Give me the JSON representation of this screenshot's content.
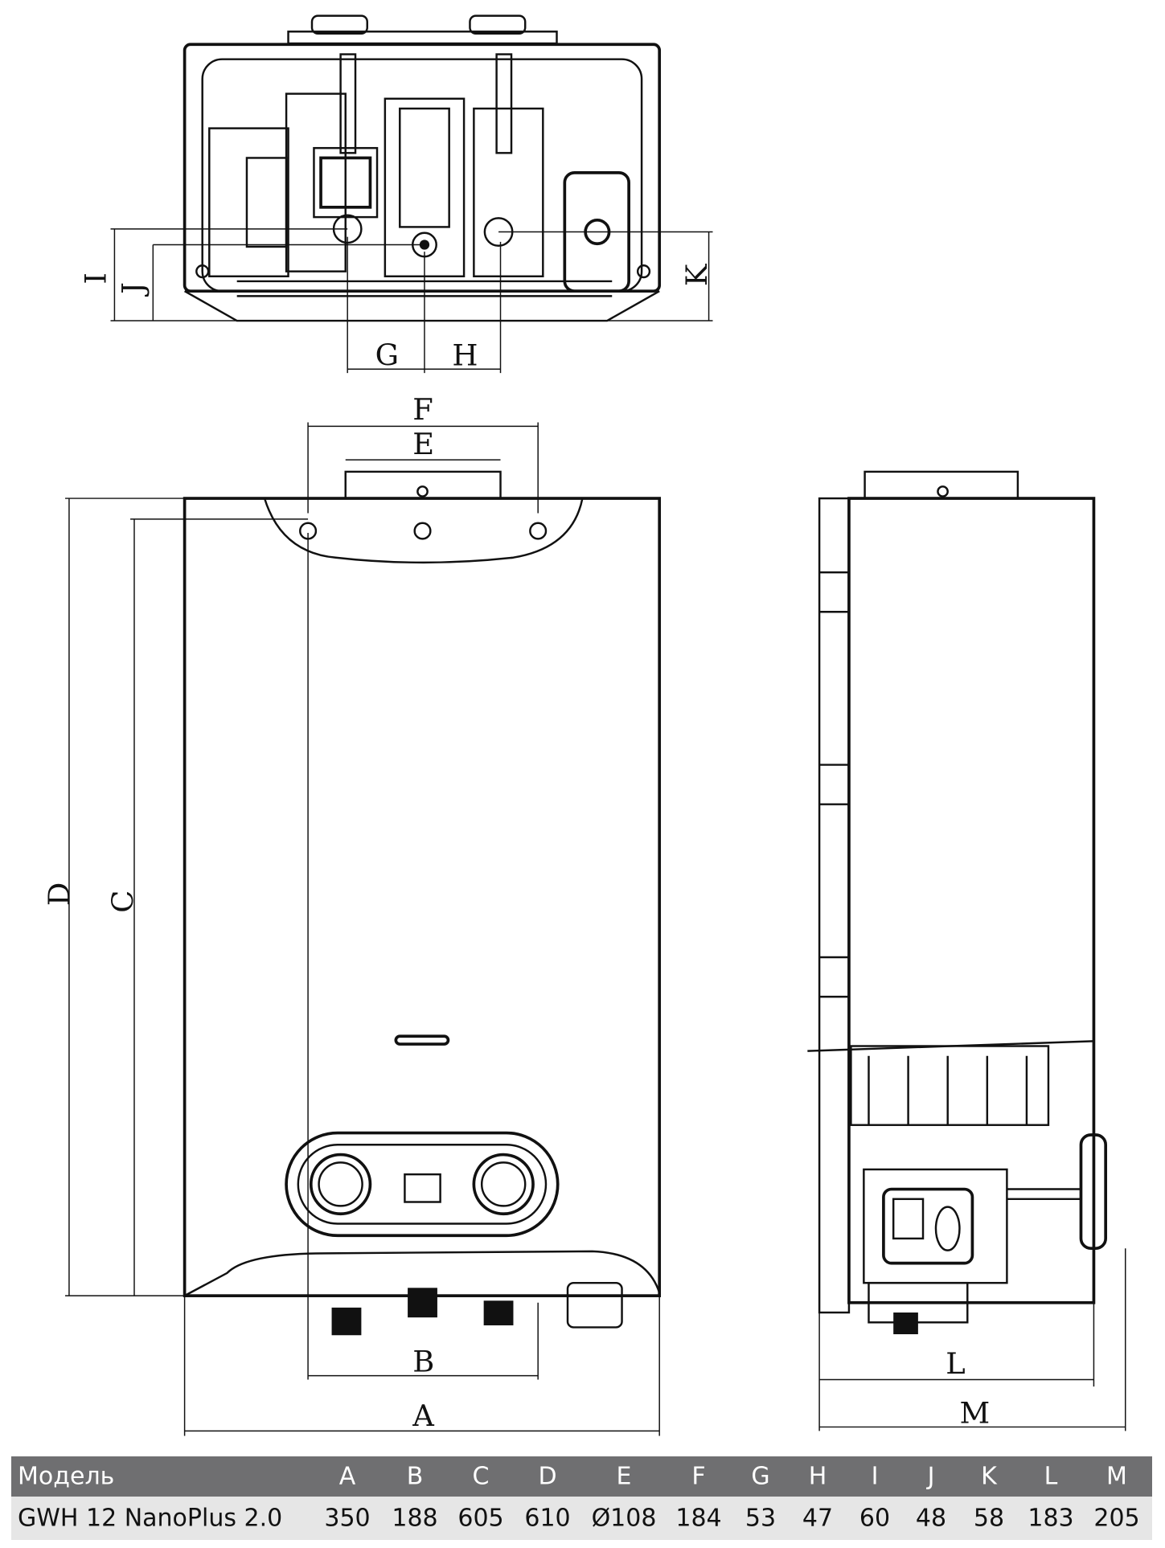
{
  "dimension_labels": {
    "A": "A",
    "B": "B",
    "C": "C",
    "D": "D",
    "E": "E",
    "F": "F",
    "G": "G",
    "H": "H",
    "I": "I",
    "J": "J",
    "K": "K",
    "L": "L",
    "M": "M"
  },
  "table": {
    "headers": [
      "Модель",
      "A",
      "B",
      "C",
      "D",
      "E",
      "F",
      "G",
      "H",
      "I",
      "J",
      "K",
      "L",
      "M"
    ],
    "rows": [
      [
        "GWH 12 NanoPlus 2.0",
        "350",
        "188",
        "605",
        "610",
        "Ø108",
        "184",
        "53",
        "47",
        "60",
        "48",
        "58",
        "183",
        "205"
      ]
    ]
  },
  "colors": {
    "header_bg": "#6f6f71",
    "row_bg": "#e6e6e6",
    "line": "#111111"
  }
}
